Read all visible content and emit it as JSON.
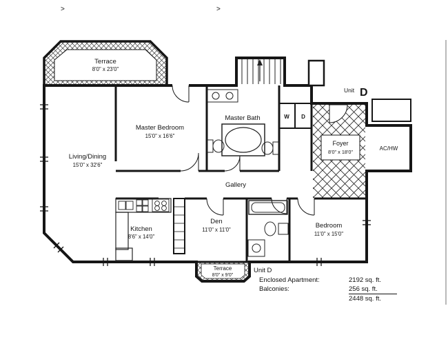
{
  "artifacts": {
    "mark_left": ">",
    "mark_mid": ">"
  },
  "unit_tag": {
    "word": "Unit",
    "letter": "D"
  },
  "rooms": {
    "terrace_top": {
      "name": "Terrace",
      "dims": "8'0\" x 23'0\""
    },
    "master_bedroom": {
      "name": "Master Bedroom",
      "dims": "15'0\" x 16'6\""
    },
    "master_bath": {
      "name": "Master Bath"
    },
    "living_dining": {
      "name": "Living/Dining",
      "dims": "15'0\" x 32'6\""
    },
    "gallery": {
      "name": "Gallery"
    },
    "foyer": {
      "name": "Foyer",
      "dims": "8'0\" x 18'0\""
    },
    "ac_hw": {
      "name": "AC/HW"
    },
    "washer": {
      "label": "W"
    },
    "dryer": {
      "label": "D"
    },
    "kitchen": {
      "name": "Kitchen",
      "dims": "8'6\" x 14'0\""
    },
    "den": {
      "name": "Den",
      "dims": "11'0\" x 11'0\""
    },
    "bedroom": {
      "name": "Bedroom",
      "dims": "11'0\" x 15'0\""
    },
    "terrace_bottom": {
      "name": "Terrace",
      "dims": "8'0\" x 9'0\""
    }
  },
  "summary": {
    "title": "Unit D",
    "row1_label": "Enclosed Apartment:",
    "row1_value": "2192 sq. ft.",
    "row2_label": "Balconies:",
    "row2_value": "256 sq. ft.",
    "total_value": "2448 sq. ft."
  }
}
